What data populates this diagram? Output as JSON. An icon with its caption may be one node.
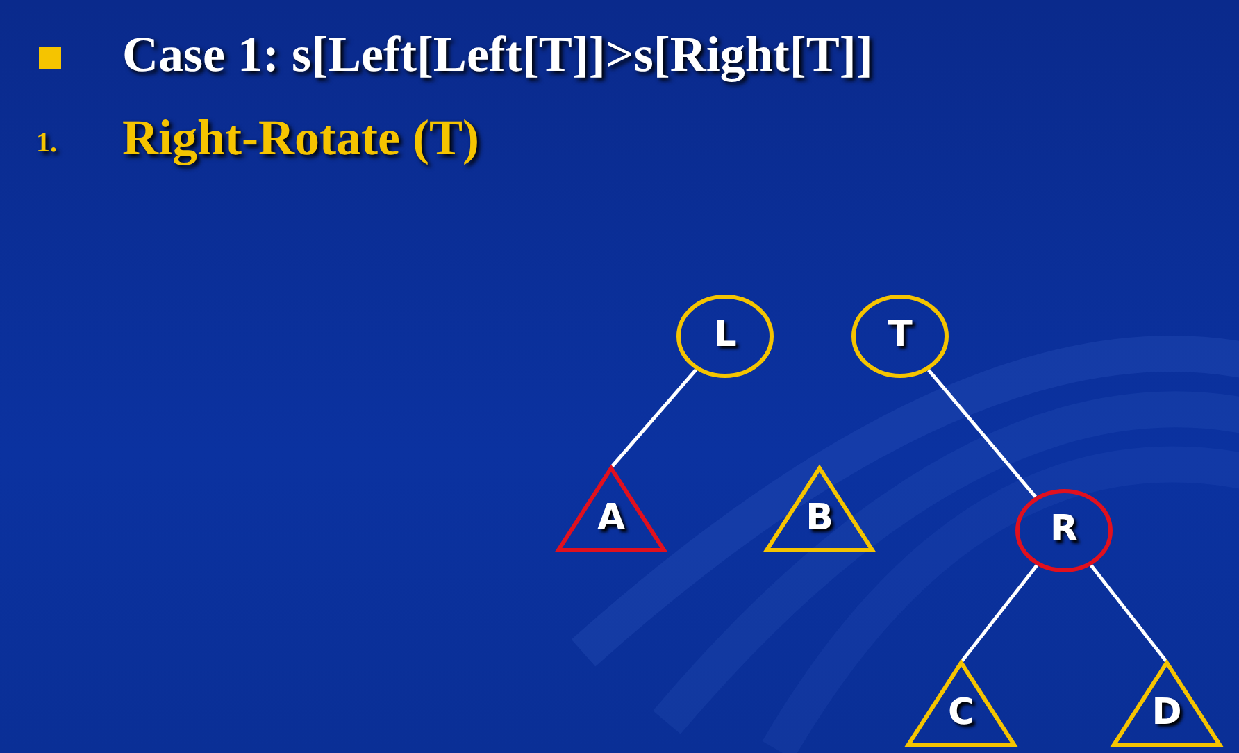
{
  "diagram": {
    "title": "Case 1: s[Left[Left[T]]>s[Right[T]]",
    "nodes": [
      {
        "text": [
          "L"
        ]
      },
      {
        "text": [
          "T"
        ]
      },
      {
        "text": [
          "A"
        ]
      },
      {
        "text": [
          "B"
        ]
      },
      {
        "text": [
          "R"
        ]
      },
      {
        "text": [
          "C"
        ]
      },
      {
        "text": [
          "D"
        ]
      }
    ],
    "edges": [
      {
        "from": 0,
        "to": 2,
        "arrow": "none"
      },
      {
        "from": 1,
        "to": 4,
        "arrow": "none"
      },
      {
        "from": 4,
        "to": 5,
        "arrow": "none"
      },
      {
        "from": 4,
        "to": 6,
        "arrow": "none"
      }
    ],
    "labels": [
      "1.",
      "Right-Rotate (T)"
    ]
  }
}
